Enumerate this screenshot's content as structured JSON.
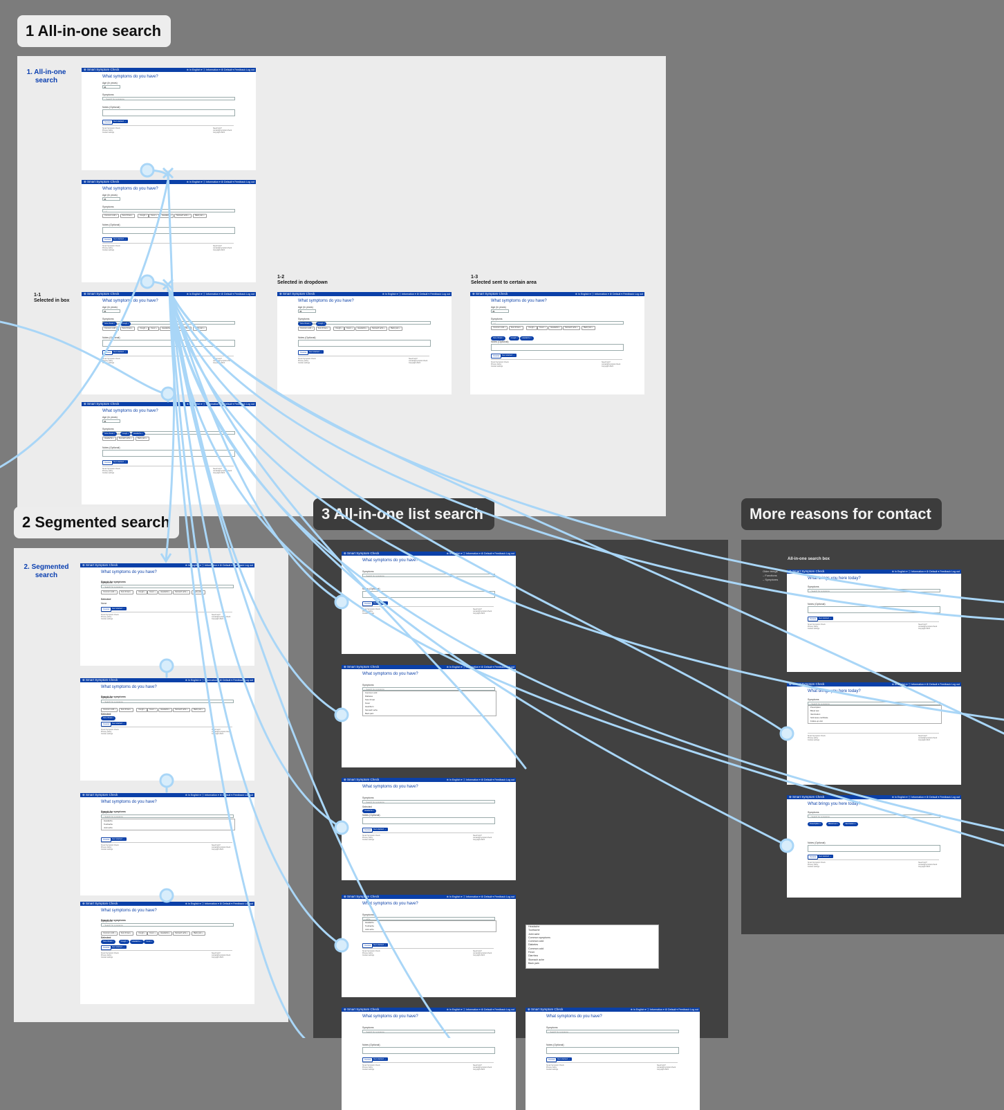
{
  "sections": {
    "s1": "1 All-in-one search",
    "s2": "2 Segmented search",
    "s3": "3 All-in-one list search",
    "s4": "More reasons for contact"
  },
  "flow_labels": {
    "f1": "1. All-in-one search",
    "f2": "2. Segmented search"
  },
  "frame_labels": {
    "l11_num": "1-1",
    "l11": "Selected in box",
    "l12_num": "1-2",
    "l12": "Selected in dropdown",
    "l13_num": "1-3",
    "l13": "Selected sent to certain area",
    "l_aio_box": "All-in-one search box"
  },
  "side_note": {
    "l1": "Older things",
    "l2": "– Functions",
    "l3": "– Symptoms"
  },
  "screen": {
    "brand": "Smart Symptom Check",
    "nav": "⊕ In English ▾   ⓘ Information ▾   ⚙ Default ▾   Feedback   Log out",
    "heading": "What symptoms do you have?",
    "age": "Age (in years)",
    "age_value": "45",
    "symptoms": "Symptoms",
    "search_placeholder": "Search for symptoms",
    "segmented_label": "Search for symptoms",
    "selected": "Selected",
    "none": "None",
    "notes": "Notes (Optional)",
    "cancel": "Cancel",
    "get_started": "Get started",
    "reasons_heading": "What brings you here today?",
    "footer_left": "Smart Symptom Check\nPrivacy policy\nCookie settings",
    "footer_right": "Need help?\ncontact@symptomcheck\nCopyright 2024"
  },
  "chips_common": [
    "Common cold",
    "Sore throat",
    "Cough",
    "Fever",
    "Headache",
    "Stomach ache",
    "Back pain"
  ],
  "chips_selected": [
    "Sore throat",
    "Cough",
    "Headache",
    "Fever"
  ],
  "dropdown_items": [
    "Common cold",
    "Diabetes",
    "Sore throat",
    "Fever",
    "Heartburn",
    "Stomach ache",
    "Back pain"
  ],
  "dropdown_head": [
    "Headache",
    "Toothache",
    "Joint ache"
  ],
  "floating_list": [
    "Headache",
    "Toothache",
    "Joint ache",
    "Common symptoms",
    "Common cold",
    "Diabetes",
    "Common cold",
    "Fever",
    "Diarrhea",
    "Stomach ache",
    "Back pain"
  ],
  "reasons_list": [
    "Prescription",
    "Blood test",
    "Vaccination",
    "Sick leave certificate",
    "Follow-up visit"
  ]
}
